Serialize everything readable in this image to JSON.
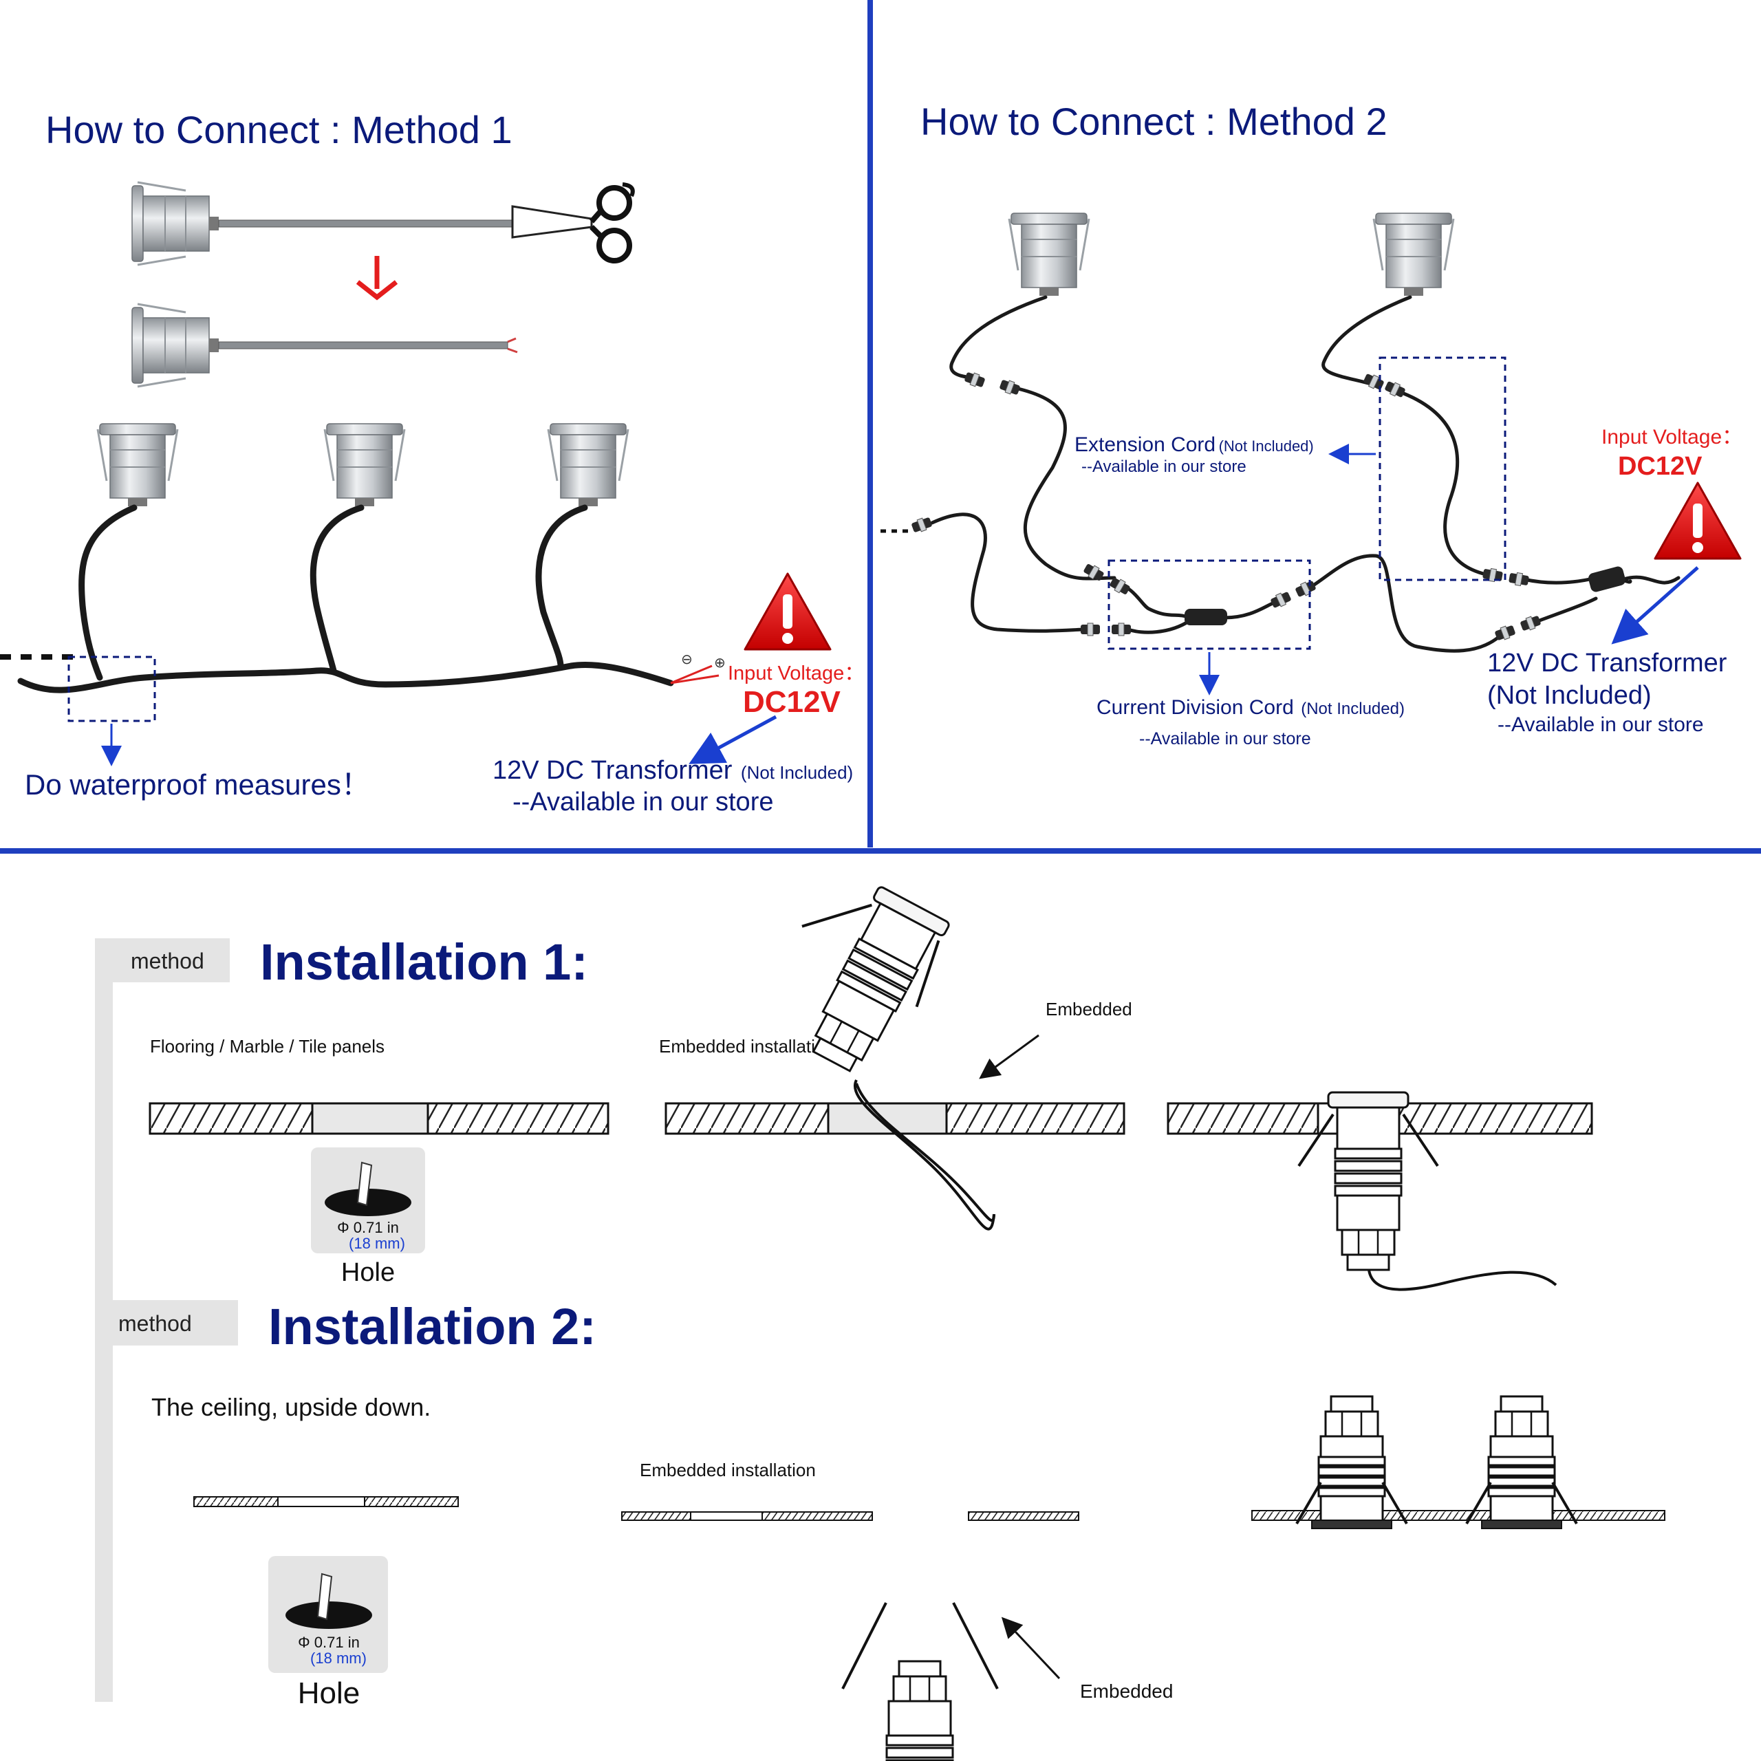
{
  "method1": {
    "title": "How to Connect : Method 1",
    "waterproof": "Do waterproof measures！",
    "input_voltage_label": "Input Voltage：",
    "input_voltage_value": "DC12V",
    "transformer_main": "12V DC Transformer",
    "transformer_note": "(Not Included)",
    "available": "--Available in our store",
    "polarity_minus": "⊖",
    "polarity_plus": "⊕"
  },
  "method2": {
    "title": "How to Connect : Method 2",
    "extension_main": "Extension Cord",
    "extension_note": "(Not Included)",
    "extension_available": "--Available in our store",
    "input_voltage_label": "Input Voltage：",
    "input_voltage_value": "DC12V",
    "division_main": "Current Division Cord",
    "division_note": "(Not Included)",
    "division_available": "--Available in our store",
    "transformer_line1": "12V DC Transformer",
    "transformer_line2": "(Not Included)",
    "transformer_available": "--Available in our store"
  },
  "install1": {
    "method_tab": "method",
    "title": "Installation 1:",
    "surface_label": "Flooring / Marble / Tile panels",
    "embedded_installation": "Embedded installation",
    "embedded": "Embedded",
    "hole_dia": "Φ 0.71 in",
    "hole_mm": "(18 mm)",
    "hole_label": "Hole"
  },
  "install2": {
    "method_tab": "method",
    "title": "Installation 2:",
    "surface_label": "The ceiling, upside down.",
    "embedded_installation": "Embedded installation",
    "embedded": "Embedded",
    "hole_dia": "Φ 0.71 in",
    "hole_mm": "(18 mm)",
    "hole_label": "Hole"
  },
  "colors": {
    "navy": "#0b1a7a",
    "divider_blue": "#1f3fbf",
    "warning_red": "#e41d1d",
    "arrow_blue": "#1a3fd0"
  }
}
